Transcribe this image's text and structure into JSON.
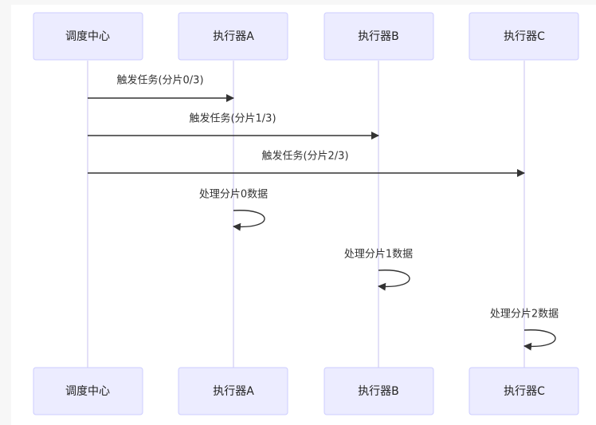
{
  "diagram": {
    "type": "sequence",
    "participants": [
      {
        "id": "scheduler",
        "label": "调度中心"
      },
      {
        "id": "execA",
        "label": "执行器A"
      },
      {
        "id": "execB",
        "label": "执行器B"
      },
      {
        "id": "execC",
        "label": "执行器C"
      }
    ],
    "messages": [
      {
        "from": "scheduler",
        "to": "execA",
        "label": "触发任务(分片0/3)"
      },
      {
        "from": "scheduler",
        "to": "execB",
        "label": "触发任务(分片1/3)"
      },
      {
        "from": "scheduler",
        "to": "execC",
        "label": "触发任务(分片2/3)"
      },
      {
        "from": "execA",
        "to": "execA",
        "label": "处理分片0数据"
      },
      {
        "from": "execB",
        "to": "execB",
        "label": "处理分片1数据"
      },
      {
        "from": "execC",
        "to": "execC",
        "label": "处理分片2数据"
      }
    ],
    "colors": {
      "actor_fill": "#ececff",
      "actor_border": "#ccccff",
      "lifeline": "#d4d0f5",
      "arrow": "#333333",
      "background": "#ffffff"
    }
  }
}
